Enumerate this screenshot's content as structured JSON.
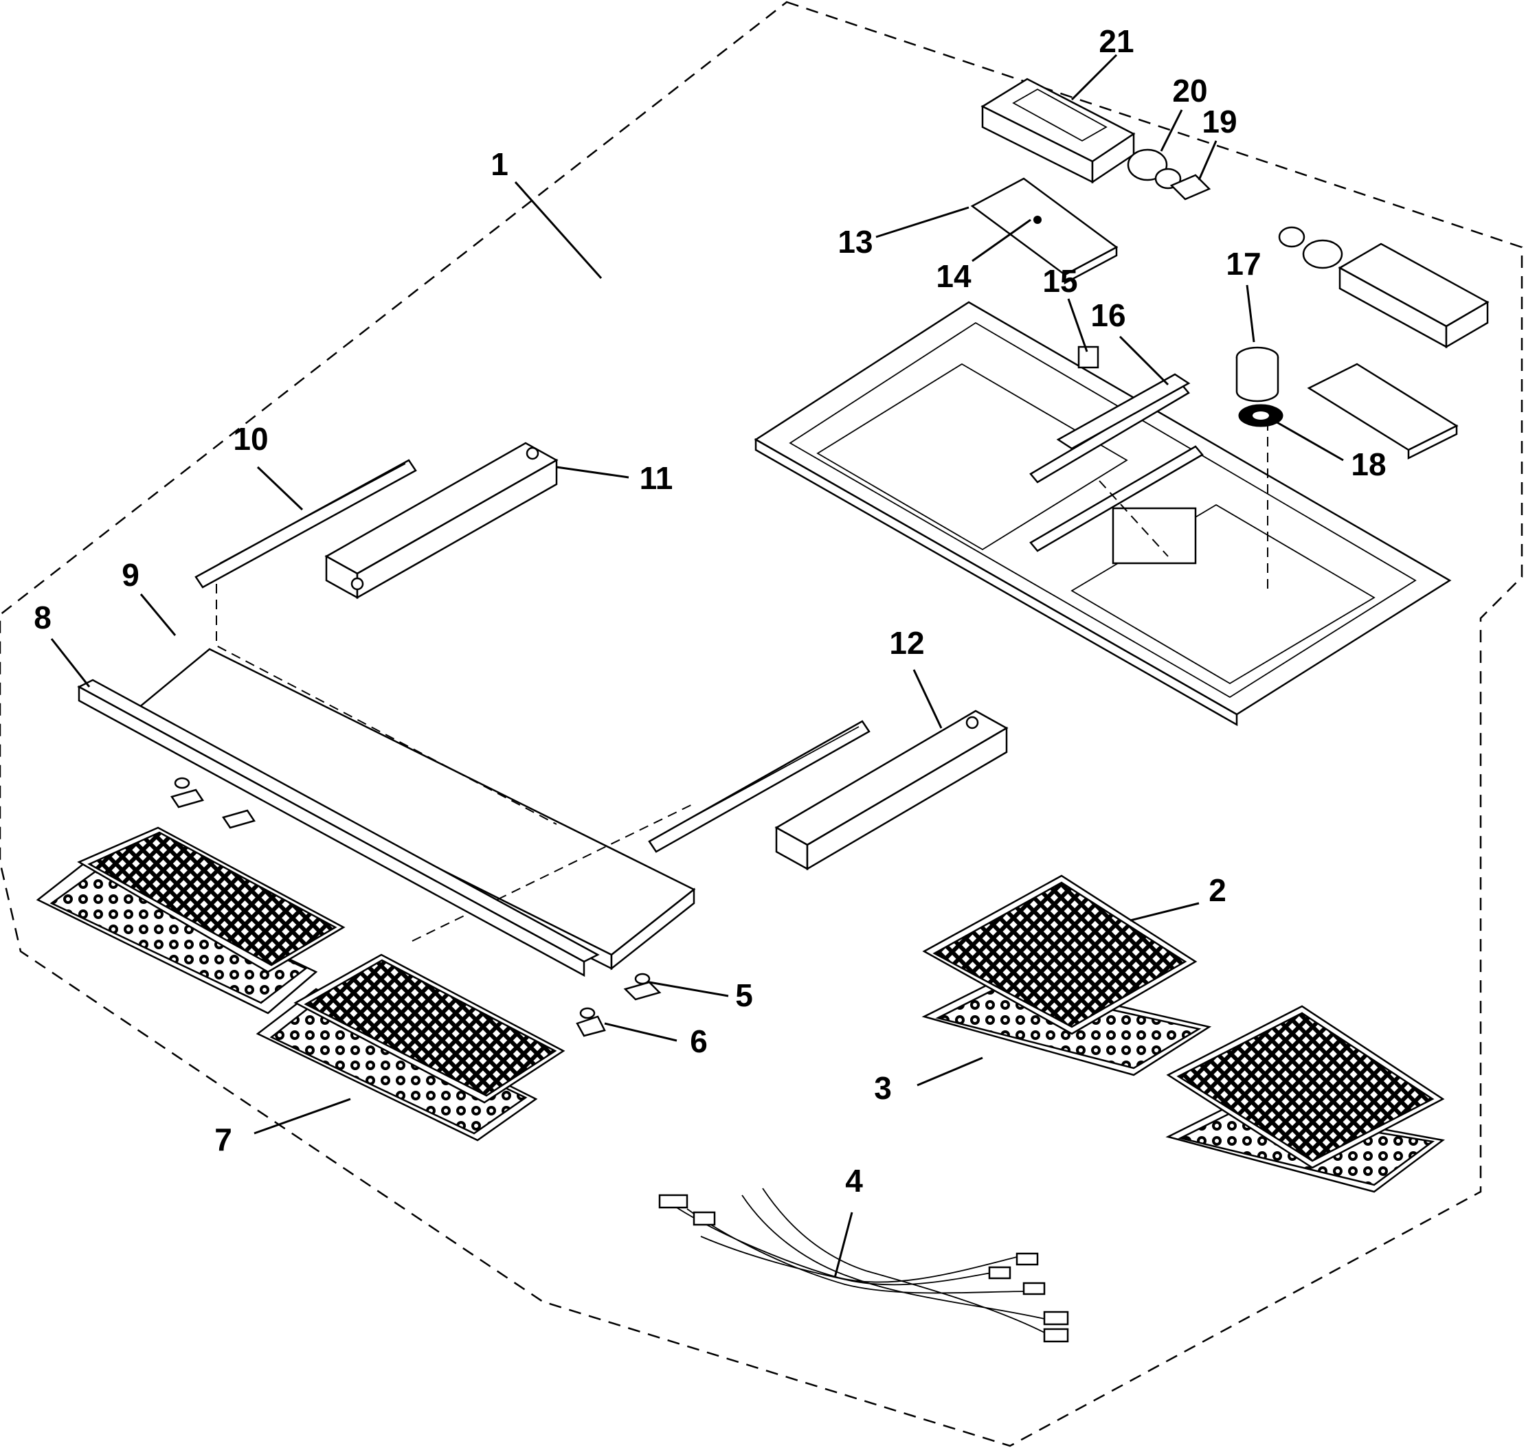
{
  "diagram": {
    "type": "exploded-parts-view",
    "callouts": [
      {
        "id": "1",
        "label": "1"
      },
      {
        "id": "2",
        "label": "2"
      },
      {
        "id": "3",
        "label": "3"
      },
      {
        "id": "4",
        "label": "4"
      },
      {
        "id": "5",
        "label": "5"
      },
      {
        "id": "6",
        "label": "6"
      },
      {
        "id": "7",
        "label": "7"
      },
      {
        "id": "8",
        "label": "8"
      },
      {
        "id": "9",
        "label": "9"
      },
      {
        "id": "10",
        "label": "10"
      },
      {
        "id": "11",
        "label": "11"
      },
      {
        "id": "12",
        "label": "12"
      },
      {
        "id": "13",
        "label": "13"
      },
      {
        "id": "14",
        "label": "14"
      },
      {
        "id": "15",
        "label": "15"
      },
      {
        "id": "16",
        "label": "16"
      },
      {
        "id": "17",
        "label": "17"
      },
      {
        "id": "18",
        "label": "18"
      },
      {
        "id": "19",
        "label": "19"
      },
      {
        "id": "20",
        "label": "20"
      },
      {
        "id": "21",
        "label": "21"
      }
    ]
  }
}
